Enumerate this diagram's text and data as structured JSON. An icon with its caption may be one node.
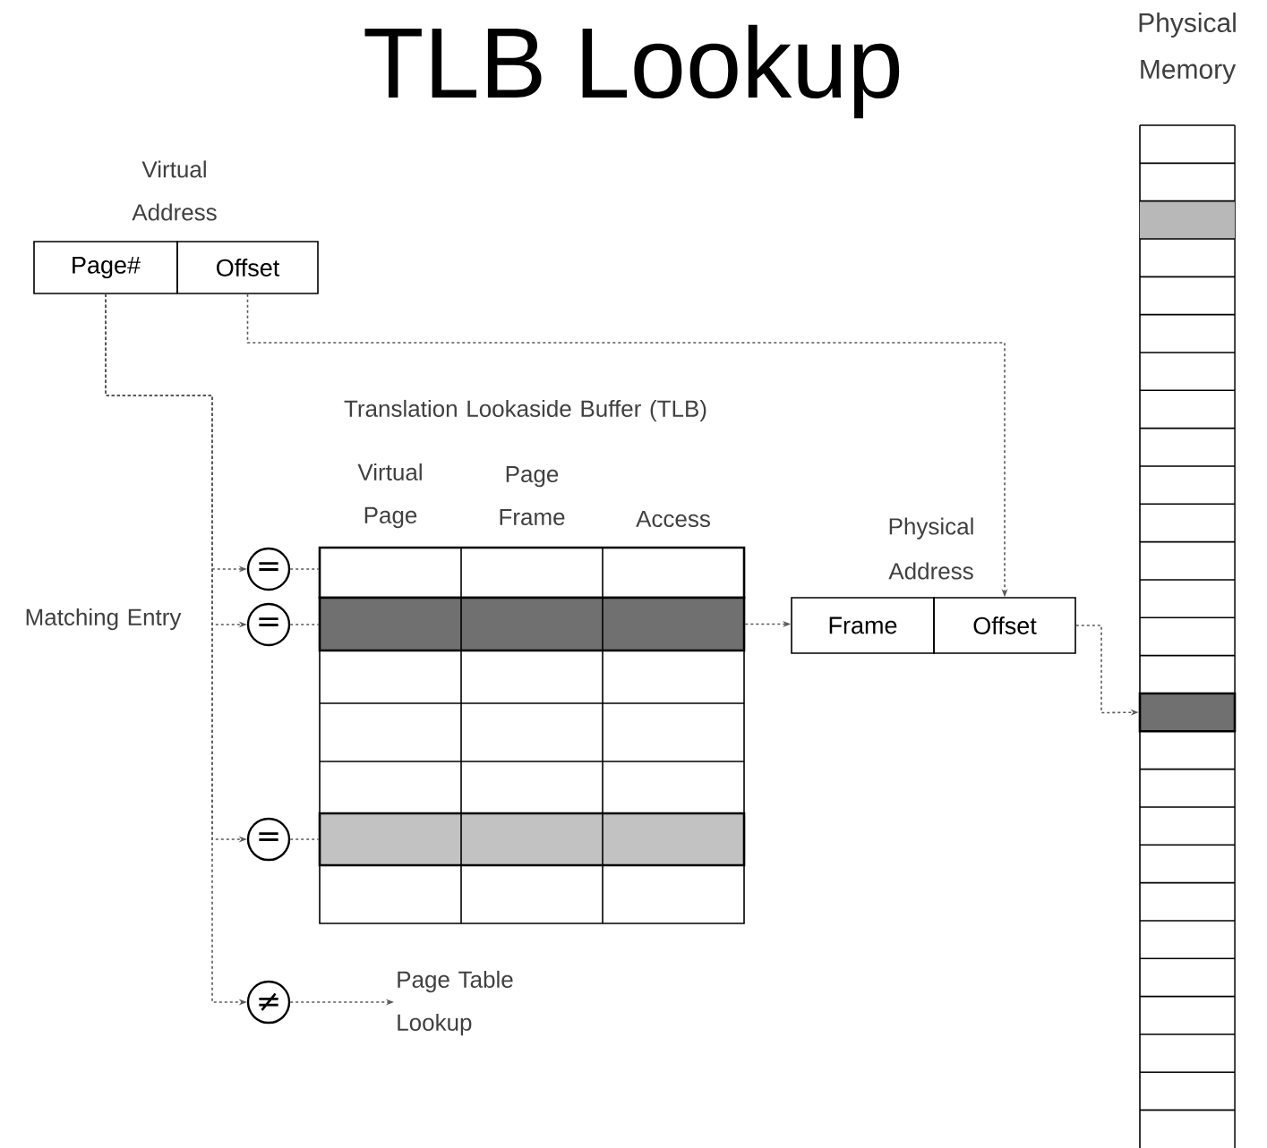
{
  "diagram": {
    "title": "TLB Lookup",
    "nodes": [
      {
        "text": [
          "Page#"
        ]
      },
      {
        "text": [
          "Offset"
        ]
      },
      {
        "text": [
          "="
        ]
      },
      {
        "text": [],
        "shape": "box"
      },
      {
        "text": [
          "="
        ]
      },
      {
        "text": [],
        "shape": "box"
      },
      {
        "text": [
          "Frame"
        ]
      },
      {
        "text": [
          "Offset"
        ]
      },
      {
        "text": [],
        "shape": "box"
      },
      {
        "text": [
          "="
        ]
      },
      {
        "text": [],
        "shape": "box"
      },
      {
        "text": [
          "≠"
        ]
      },
      {
        "text": [
          "Page Table Lookup"
        ]
      }
    ],
    "edges": [
      {
        "from": 0,
        "to": 2,
        "arrow": "to"
      },
      {
        "from": 0,
        "to": 4,
        "arrow": "to"
      },
      {
        "from": 0,
        "to": 9,
        "arrow": "to"
      },
      {
        "from": 0,
        "to": 11,
        "arrow": "to"
      },
      {
        "from": 1,
        "to": 7,
        "arrow": "to"
      },
      {
        "from": 2,
        "to": 3,
        "arrow": "none"
      },
      {
        "from": 4,
        "to": 5,
        "arrow": "none"
      },
      {
        "from": 9,
        "to": 10,
        "arrow": "none"
      },
      {
        "from": 11,
        "to": 12,
        "arrow": "to"
      },
      {
        "from": 5,
        "to": 6,
        "arrow": "to"
      },
      {
        "from": 7,
        "to": 8,
        "arrow": "to"
      }
    ],
    "labels": [
      "Physical Memory",
      "Virtual Address",
      "Translation Lookaside Buffer (TLB)",
      "Virtual Page",
      "Page Frame",
      "Access",
      "Physical Address",
      "Matching Entry"
    ]
  }
}
